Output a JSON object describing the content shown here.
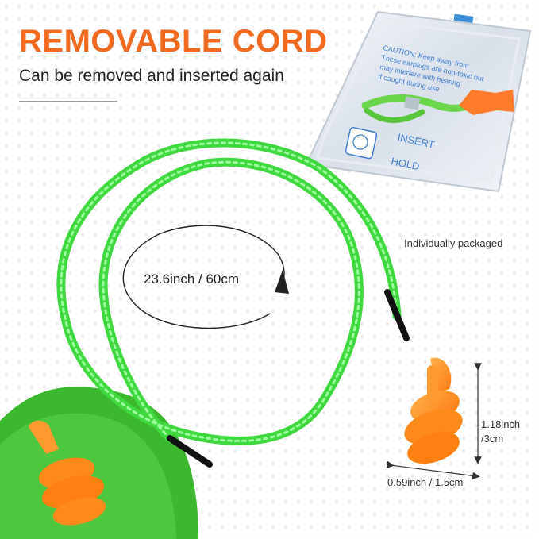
{
  "header": {
    "title": "REMOVABLE CORD",
    "subtitle": "Can be removed and inserted again"
  },
  "package": {
    "caption": "Individually packaged",
    "printed_lines": [
      "CAUTION: Keep away from",
      "These earplugs are non-toxic but",
      "may interfere with hearing",
      "if caught during use"
    ],
    "insert_label": "INSERT",
    "hold_label": "HOLD"
  },
  "measurements": {
    "cord_length": "23.6inch / 60cm",
    "earplug_height_line1": "1.18inch",
    "earplug_height_line2": "/3cm",
    "earplug_width": "0.59inch / 1.5cm"
  },
  "colors": {
    "title_orange": "#f26a1f",
    "cord_green": "#4ff04f",
    "earplug_orange": "#ff8a1c",
    "corner_green": "#3bb82e"
  }
}
